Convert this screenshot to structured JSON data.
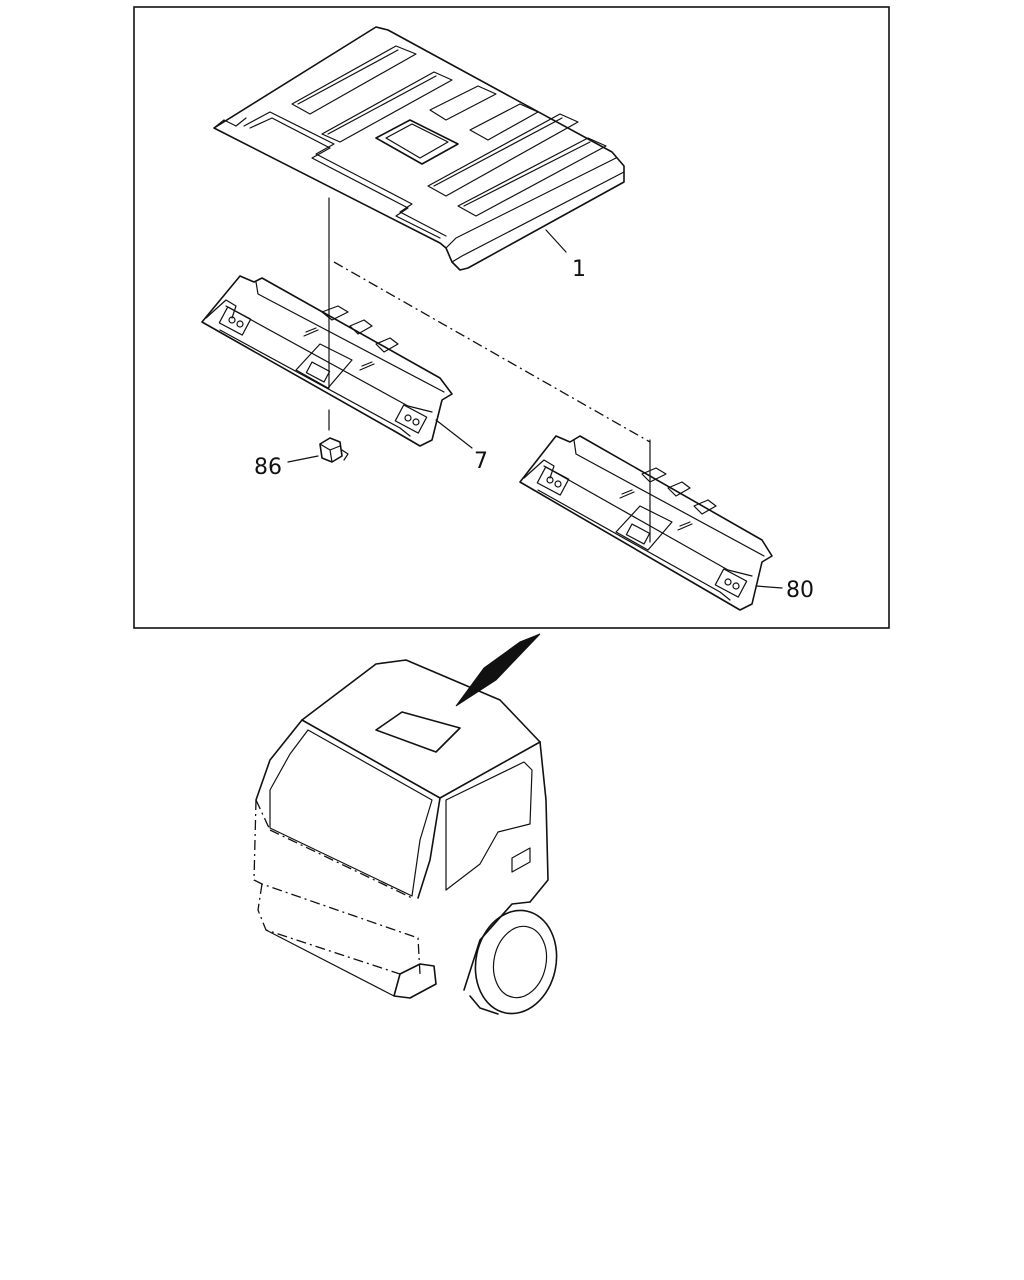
{
  "callouts": {
    "roof_panel": "1",
    "headliner_front": "7",
    "clip": "86",
    "headliner_alt": "80"
  },
  "colors": {
    "line": "#111111",
    "background": "#ffffff"
  }
}
